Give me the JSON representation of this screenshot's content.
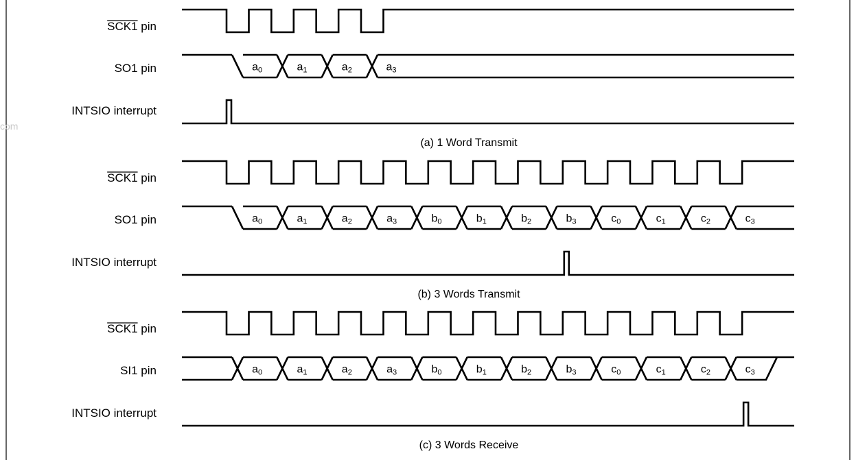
{
  "watermark": "com",
  "panels": [
    {
      "caption": "(a)  1 Word Transmit",
      "rows": [
        {
          "label_overline": "SCK1",
          "label_rest": " pin",
          "kind": "clock",
          "pulses": 4
        },
        {
          "label": "SO1 pin",
          "kind": "data",
          "cells": [
            [
              "a",
              "0"
            ],
            [
              "a",
              "1"
            ],
            [
              "a",
              "2"
            ],
            [
              "a",
              "3"
            ]
          ],
          "open_tail": true
        },
        {
          "label": "INTSIO interrupt",
          "kind": "pulse",
          "pulse_after_clock": 0
        }
      ]
    },
    {
      "caption": "(b)  3 Words Transmit",
      "rows": [
        {
          "label_overline": "SCK1",
          "label_rest": " pin",
          "kind": "clock",
          "pulses": 12
        },
        {
          "label": "SO1 pin",
          "kind": "data",
          "cells": [
            [
              "a",
              "0"
            ],
            [
              "a",
              "1"
            ],
            [
              "a",
              "2"
            ],
            [
              "a",
              "3"
            ],
            [
              "b",
              "0"
            ],
            [
              "b",
              "1"
            ],
            [
              "b",
              "2"
            ],
            [
              "b",
              "3"
            ],
            [
              "c",
              "0"
            ],
            [
              "c",
              "1"
            ],
            [
              "c",
              "2"
            ],
            [
              "c",
              "3"
            ]
          ],
          "open_tail": false
        },
        {
          "label": "INTSIO interrupt",
          "kind": "pulse",
          "pulse_after_clock": 8
        }
      ]
    },
    {
      "caption": "(c)  3 Words Receive",
      "rows": [
        {
          "label_overline": "SCK1",
          "label_rest": " pin",
          "kind": "clock",
          "pulses": 12
        },
        {
          "label": "SI1 pin",
          "kind": "data",
          "cells": [
            [
              "a",
              "0"
            ],
            [
              "a",
              "1"
            ],
            [
              "a",
              "2"
            ],
            [
              "a",
              "3"
            ],
            [
              "b",
              "0"
            ],
            [
              "b",
              "1"
            ],
            [
              "b",
              "2"
            ],
            [
              "b",
              "3"
            ],
            [
              "c",
              "0"
            ],
            [
              "c",
              "1"
            ],
            [
              "c",
              "2"
            ],
            [
              "c",
              "3"
            ]
          ],
          "open_tail": false,
          "receive": true
        },
        {
          "label": "INTSIO interrupt",
          "kind": "pulse",
          "pulse_after_clock": 12
        }
      ]
    }
  ]
}
